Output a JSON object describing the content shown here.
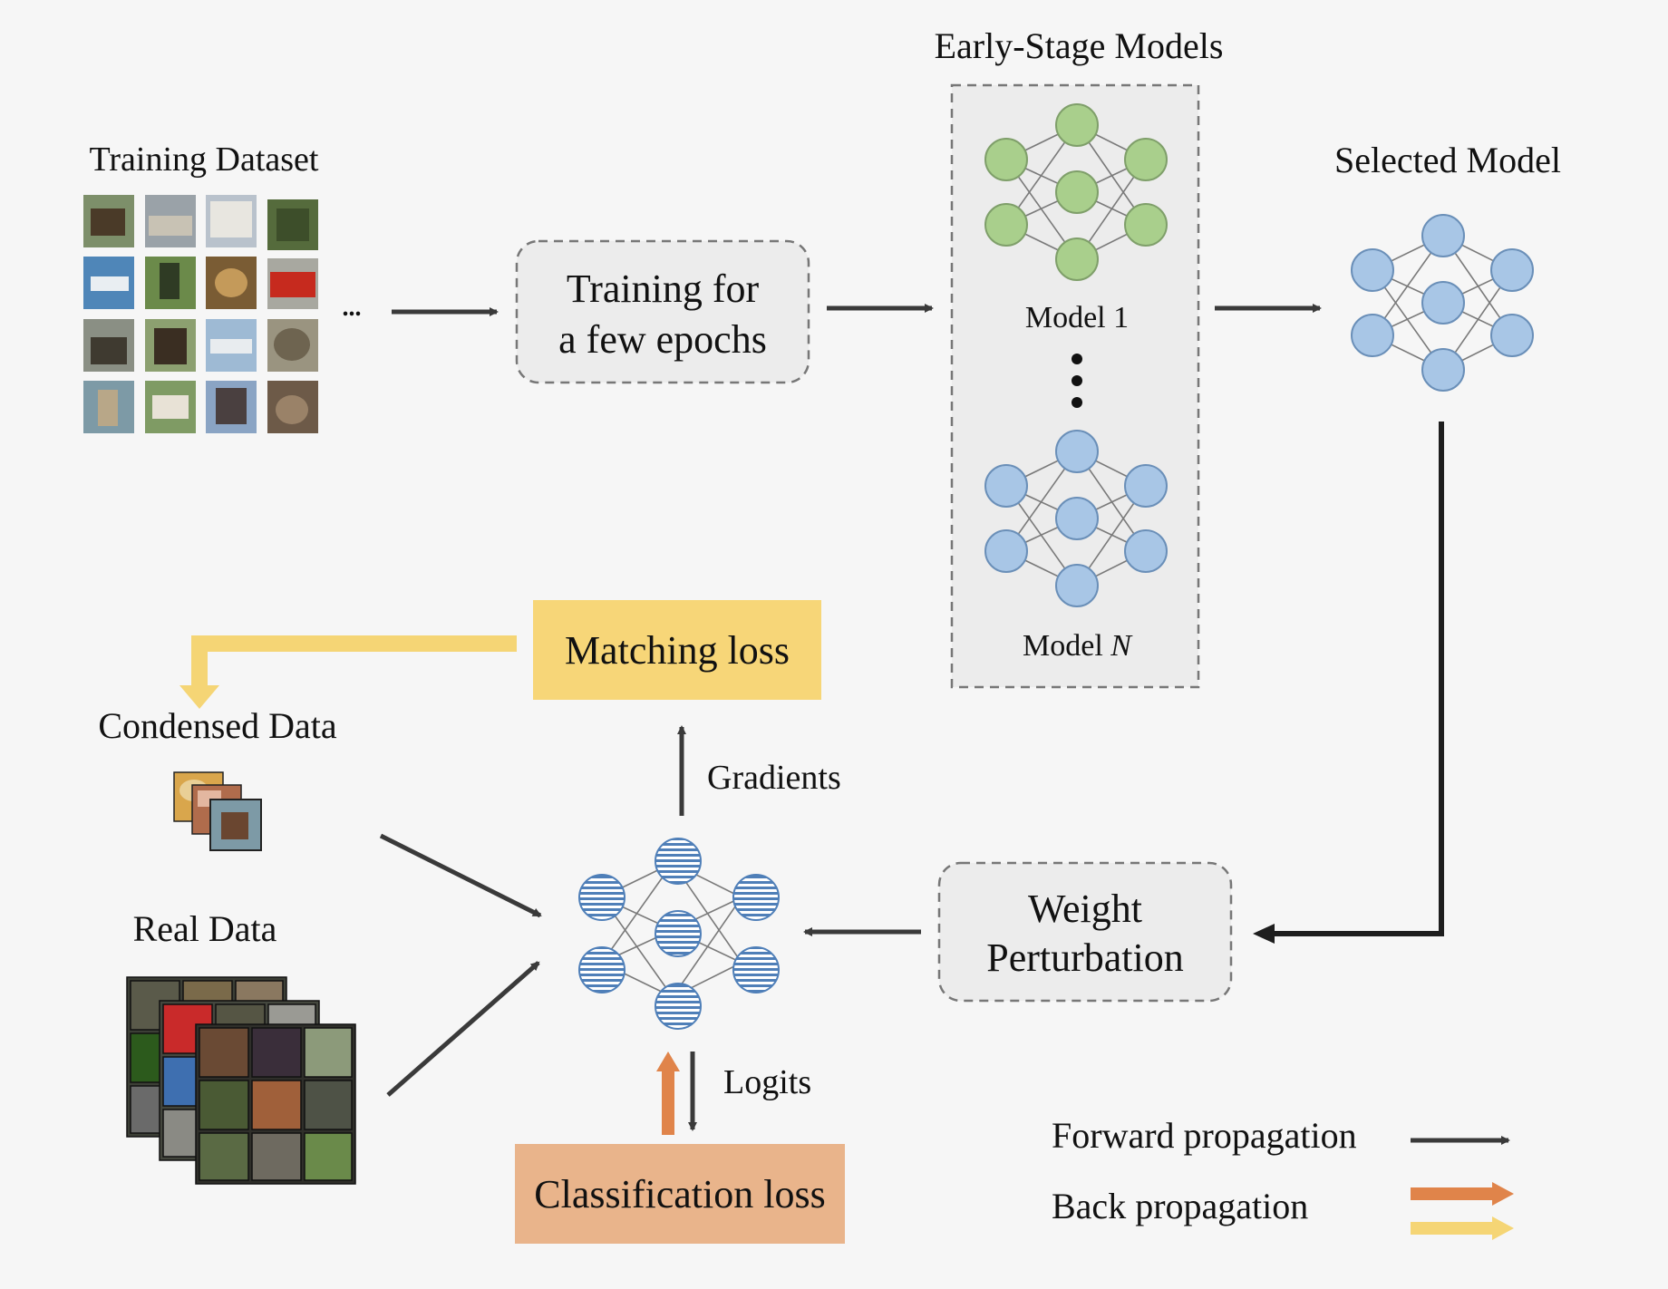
{
  "labels": {
    "training_dataset": "Training Dataset",
    "dataset_ellipsis": "...",
    "train_box_line1": "Training for",
    "train_box_line2": "a few epochs",
    "early_stage_models": "Early-Stage Models",
    "model_1": "Model 1",
    "model_n_prefix": "Model ",
    "model_n_italic": "N",
    "selected_model": "Selected Model",
    "matching_loss": "Matching loss",
    "condensed_data": "Condensed Data",
    "real_data": "Real Data",
    "gradients": "Gradients",
    "logits": "Logits",
    "classification_loss": "Classification loss",
    "weight_line1": "Weight",
    "weight_line2": "Perturbation",
    "legend_forward": "Forward propagation",
    "legend_back": "Back propagation"
  },
  "colors": {
    "background": "#f6f6f6",
    "arrow_dark": "#3a3a3a",
    "green_node": "#a9cf8c",
    "blue_node": "#a8c6e6",
    "node_stroke": "#6a8fb8",
    "matching_loss_fill": "#f7d678",
    "classification_loss_fill": "#e9b48b",
    "orange_arrow": "#e0844a",
    "yellow_arrow": "#f5d575",
    "dashed_box_fill": "#ececec"
  },
  "icons": {
    "dataset_images": "image-thumbnail-grid",
    "condensed_images": "image-stack",
    "real_images": "image-stack-grid",
    "network": "neural-network-icon",
    "striped_network": "perturbed-network-icon"
  }
}
